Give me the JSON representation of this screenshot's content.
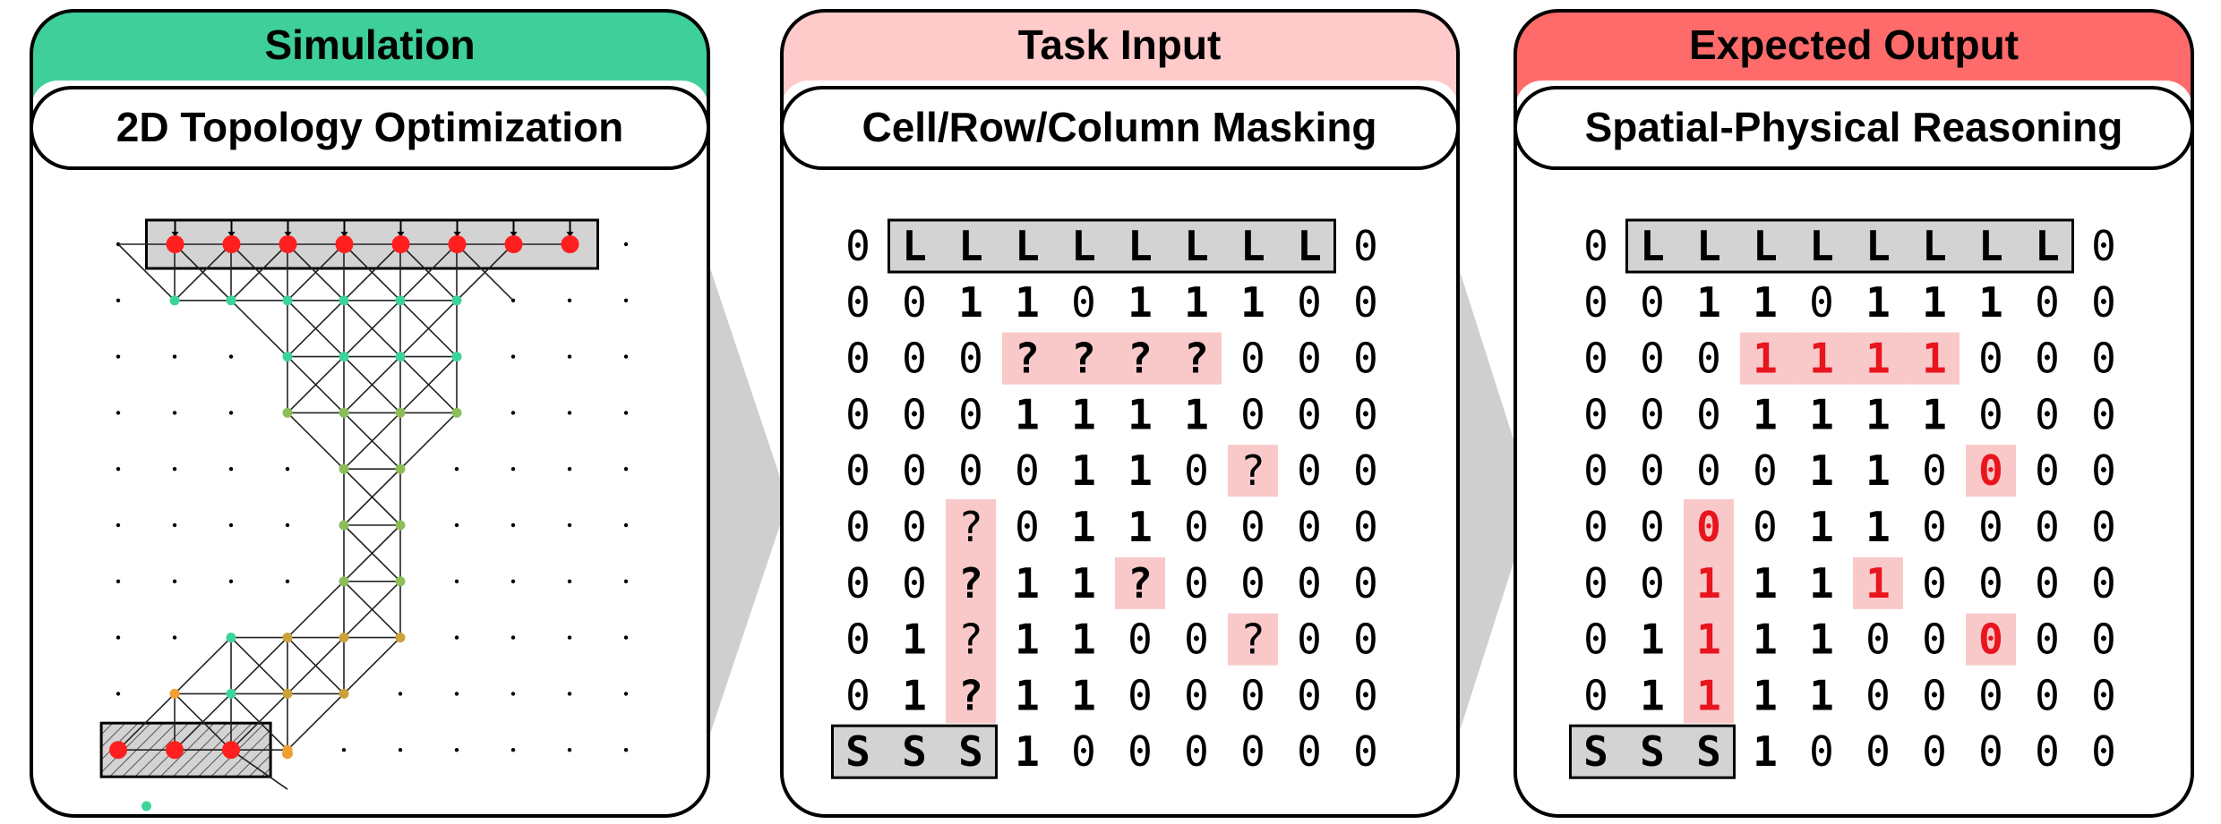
{
  "panels": [
    {
      "title": "Simulation",
      "subtitle": "2D Topology Optimization",
      "color": "#3ecf9a"
    },
    {
      "title": "Task Input",
      "subtitle": "Cell/Row/Column Masking",
      "color": "#ffcaca"
    },
    {
      "title": "Expected Output",
      "subtitle": "Spatial-Physical Reasoning",
      "color": "#ff6b6b"
    }
  ],
  "colors": {
    "highlight": "#f9c9c9",
    "answer": "#e8141e",
    "box": "#d3d3d3"
  },
  "input_grid": [
    [
      "0",
      "L",
      "L",
      "L",
      "L",
      "L",
      "L",
      "L",
      "L",
      "0"
    ],
    [
      "0",
      "0",
      "1",
      "1",
      "0",
      "1",
      "1",
      "1",
      "0",
      "0"
    ],
    [
      "0",
      "0",
      "0",
      "?",
      "?",
      "?",
      "?",
      "0",
      "0",
      "0"
    ],
    [
      "0",
      "0",
      "0",
      "1",
      "1",
      "1",
      "1",
      "0",
      "0",
      "0"
    ],
    [
      "0",
      "0",
      "0",
      "0",
      "1",
      "1",
      "0",
      "?",
      "0",
      "0"
    ],
    [
      "0",
      "0",
      "?",
      "0",
      "1",
      "1",
      "0",
      "0",
      "0",
      "0"
    ],
    [
      "0",
      "0",
      "?",
      "1",
      "1",
      "?",
      "0",
      "0",
      "0",
      "0"
    ],
    [
      "0",
      "1",
      "?",
      "1",
      "1",
      "0",
      "0",
      "?",
      "0",
      "0"
    ],
    [
      "0",
      "1",
      "?",
      "1",
      "1",
      "0",
      "0",
      "0",
      "0",
      "0"
    ],
    [
      "S",
      "S",
      "S",
      "1",
      "0",
      "0",
      "0",
      "0",
      "0",
      "0"
    ]
  ],
  "output_grid": [
    [
      "0",
      "L",
      "L",
      "L",
      "L",
      "L",
      "L",
      "L",
      "L",
      "0"
    ],
    [
      "0",
      "0",
      "1",
      "1",
      "0",
      "1",
      "1",
      "1",
      "0",
      "0"
    ],
    [
      "0",
      "0",
      "0",
      "1",
      "1",
      "1",
      "1",
      "0",
      "0",
      "0"
    ],
    [
      "0",
      "0",
      "0",
      "1",
      "1",
      "1",
      "1",
      "0",
      "0",
      "0"
    ],
    [
      "0",
      "0",
      "0",
      "0",
      "1",
      "1",
      "0",
      "0",
      "0",
      "0"
    ],
    [
      "0",
      "0",
      "0",
      "0",
      "1",
      "1",
      "0",
      "0",
      "0",
      "0"
    ],
    [
      "0",
      "0",
      "1",
      "1",
      "1",
      "1",
      "0",
      "0",
      "0",
      "0"
    ],
    [
      "0",
      "1",
      "1",
      "1",
      "1",
      "0",
      "0",
      "0",
      "0",
      "0"
    ],
    [
      "0",
      "1",
      "1",
      "1",
      "1",
      "0",
      "0",
      "0",
      "0",
      "0"
    ],
    [
      "S",
      "S",
      "S",
      "1",
      "0",
      "0",
      "0",
      "0",
      "0",
      "0"
    ]
  ],
  "masked_cells": [
    [
      2,
      3
    ],
    [
      2,
      4
    ],
    [
      2,
      5
    ],
    [
      2,
      6
    ],
    [
      4,
      7
    ],
    [
      5,
      2
    ],
    [
      6,
      2
    ],
    [
      6,
      5
    ],
    [
      7,
      2
    ],
    [
      7,
      7
    ],
    [
      8,
      2
    ]
  ]
}
